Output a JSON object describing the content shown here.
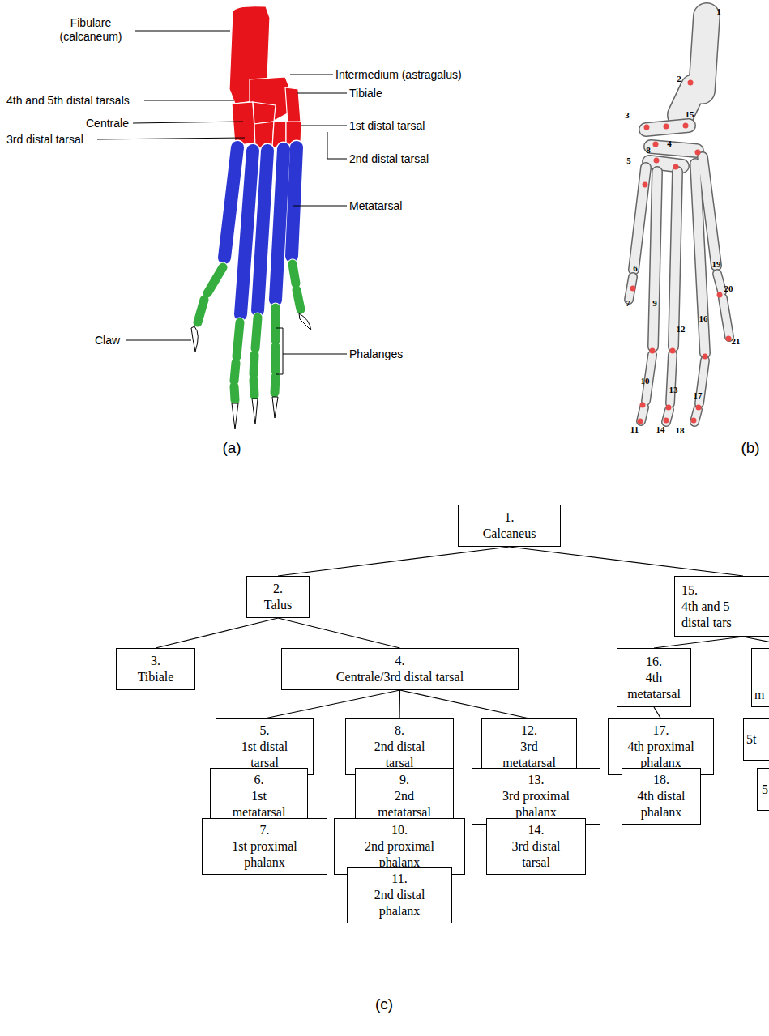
{
  "diagram": {
    "nodes": [
      {
        "text": [
          "1.",
          "Calcaneus"
        ]
      },
      {
        "text": [
          "2.",
          "Talus"
        ]
      },
      {
        "text": [
          "15.",
          "4th and 5 distal tars"
        ]
      },
      {
        "text": [
          "3.",
          "Tibiale"
        ]
      },
      {
        "text": [
          "4.",
          "Centrale/3rd distal tarsal"
        ]
      },
      {
        "text": [
          "16.",
          "4th metatarsal"
        ]
      },
      {
        "text": [
          "m"
        ]
      },
      {
        "text": [
          "5.",
          "1st distal tarsal"
        ]
      },
      {
        "text": [
          "8.",
          "2nd distal tarsal"
        ]
      },
      {
        "text": [
          "12.",
          "3rd metatarsal"
        ]
      },
      {
        "text": [
          "17.",
          "4th proximal phalanx"
        ]
      },
      {
        "text": [
          "5t"
        ]
      },
      {
        "text": [
          "6.",
          "1st metatarsal"
        ]
      },
      {
        "text": [
          "9.",
          "2nd metatarsal"
        ]
      },
      {
        "text": [
          "13.",
          "3rd proximal phalanx"
        ]
      },
      {
        "text": [
          "18.",
          "4th distal phalanx"
        ]
      },
      {
        "text": [
          "5"
        ]
      },
      {
        "text": [
          "7.",
          "1st proximal phalanx"
        ]
      },
      {
        "text": [
          "10.",
          "2nd proximal phalanx"
        ]
      },
      {
        "text": [
          "14.",
          "3rd distal tarsal"
        ]
      },
      {
        "text": [
          "11.",
          "2nd distal phalanx"
        ]
      }
    ],
    "edges": [
      {
        "from": 0,
        "to": 1,
        "arrow": "none"
      },
      {
        "from": 0,
        "to": 2,
        "arrow": "none"
      },
      {
        "from": 1,
        "to": 3,
        "arrow": "none"
      },
      {
        "from": 1,
        "to": 4,
        "arrow": "none"
      },
      {
        "from": 2,
        "to": 5,
        "arrow": "none"
      },
      {
        "from": 2,
        "to": 6,
        "arrow": "none"
      },
      {
        "from": 4,
        "to": 7,
        "arrow": "none"
      },
      {
        "from": 4,
        "to": 8,
        "arrow": "none"
      },
      {
        "from": 4,
        "to": 9,
        "arrow": "none"
      },
      {
        "from": 5,
        "to": 10,
        "arrow": "none"
      },
      {
        "from": 6,
        "to": 11,
        "arrow": "none"
      },
      {
        "from": 7,
        "to": 12,
        "arrow": "none"
      },
      {
        "from": 8,
        "to": 13,
        "arrow": "none"
      },
      {
        "from": 9,
        "to": 14,
        "arrow": "none"
      },
      {
        "from": 10,
        "to": 15,
        "arrow": "none"
      },
      {
        "from": 11,
        "to": 16,
        "arrow": "none"
      },
      {
        "from": 12,
        "to": 17,
        "arrow": "none"
      },
      {
        "from": 13,
        "to": 18,
        "arrow": "none"
      },
      {
        "from": 14,
        "to": 19,
        "arrow": "none"
      },
      {
        "from": 18,
        "to": 20,
        "arrow": "none"
      }
    ],
    "labels": [
      "Fibulare (calcaneum)",
      "Intermedium (astragalus)",
      "Tibiale",
      "4th and 5th distal tarsals",
      "Centrale",
      "1st distal tarsal",
      "3rd distal tarsal",
      "2nd distal tarsal",
      "Metatarsal",
      "Claw",
      "Phalanges",
      "1",
      "2",
      "3",
      "15",
      "4",
      "5",
      "8",
      "6",
      "19",
      "7",
      "9",
      "20",
      "12",
      "16",
      "21",
      "10",
      "13",
      "17",
      "11",
      "14",
      "18",
      "(a)",
      "(b)",
      "(c)"
    ]
  }
}
